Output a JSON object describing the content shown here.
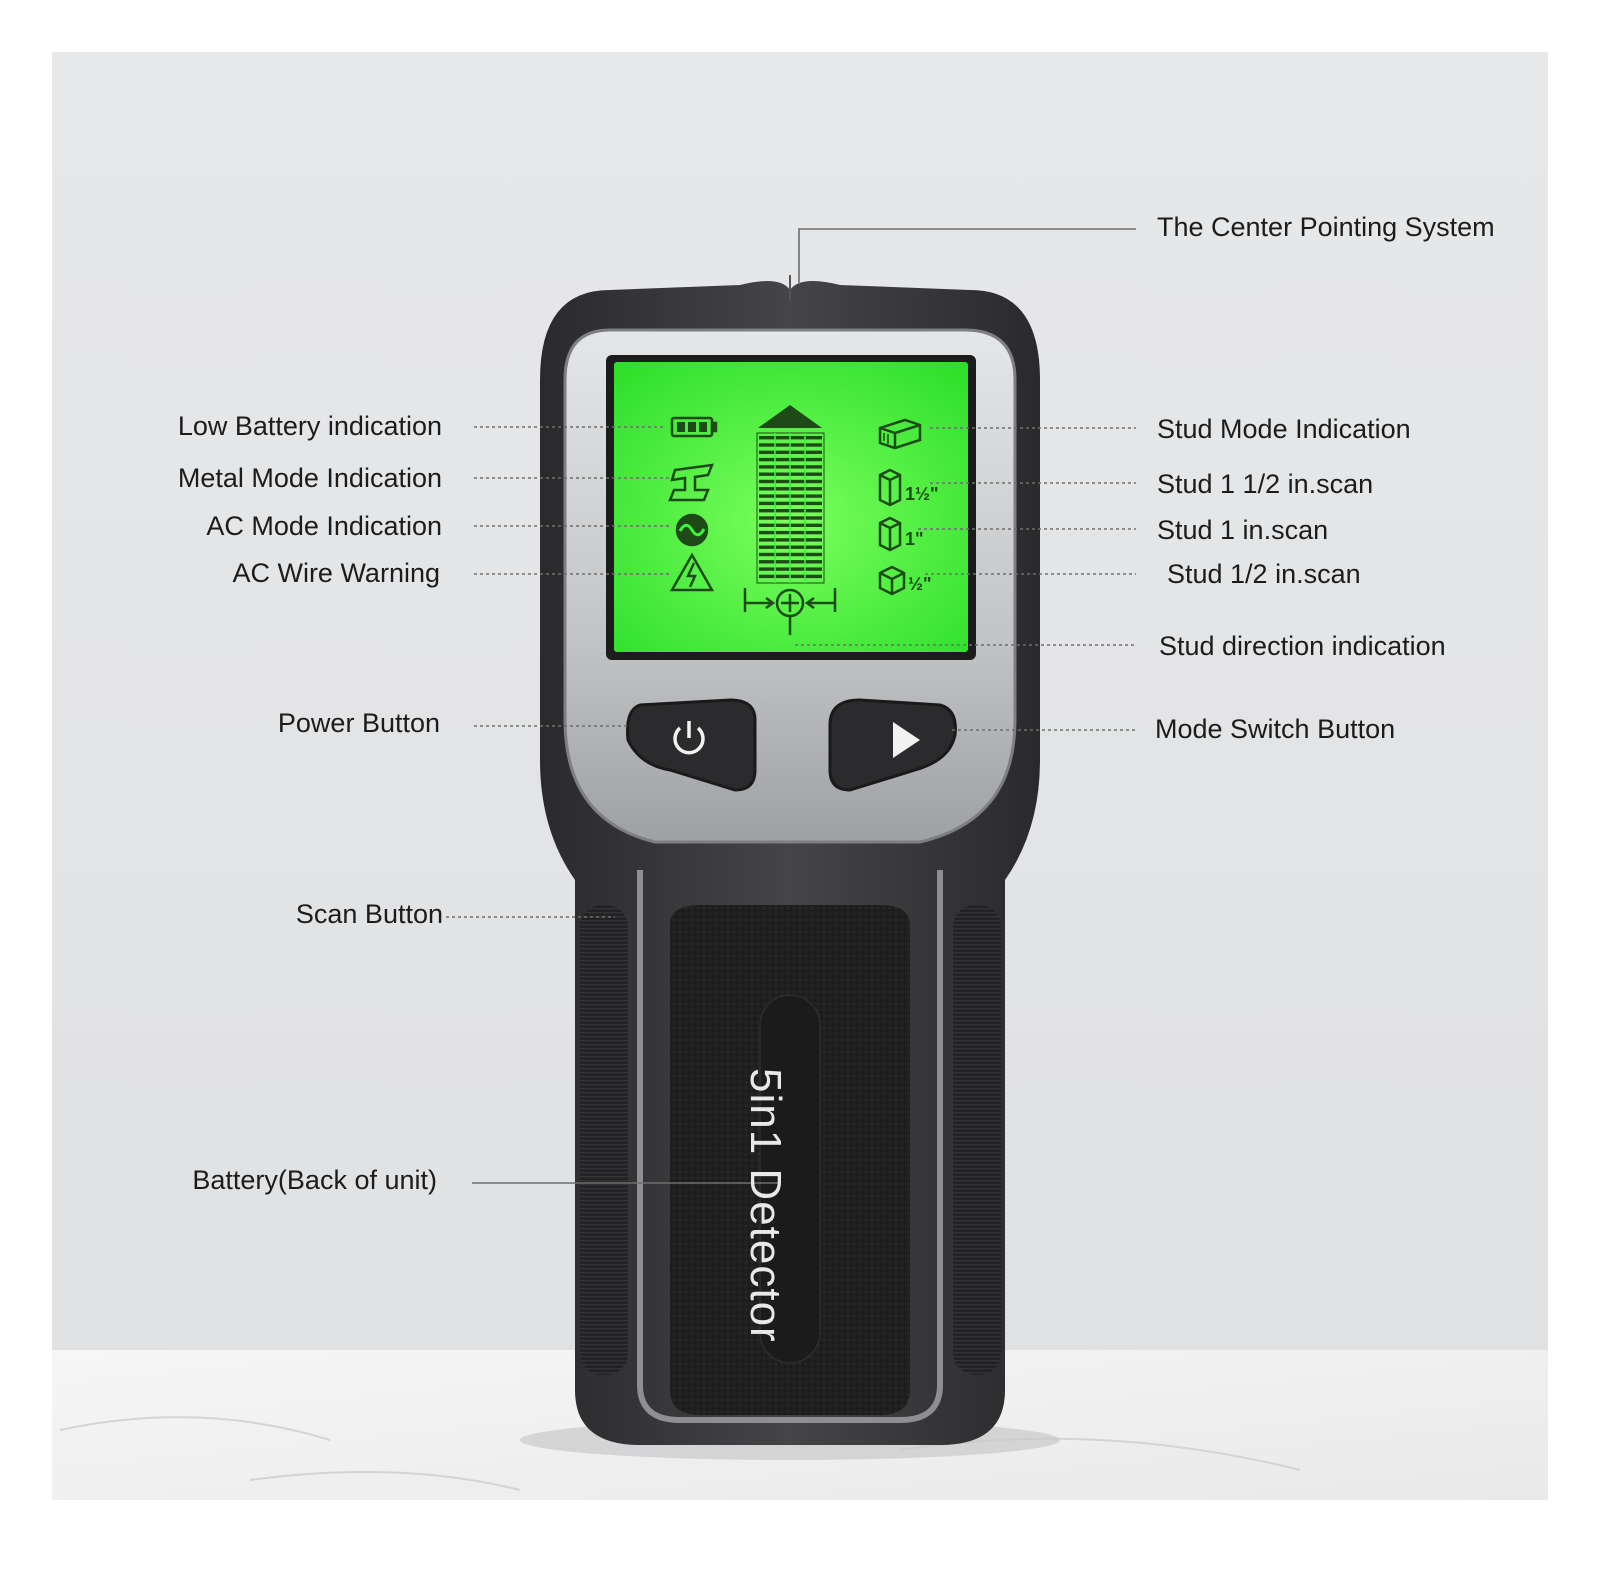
{
  "callouts": {
    "center_pointing": "The Center Pointing System",
    "low_battery": "Low Battery indication",
    "metal_mode": "Metal Mode Indication",
    "ac_mode": "AC Mode Indication",
    "ac_wire_warning": "AC Wire Warning",
    "stud_mode": "Stud Mode Indication",
    "stud_1_1_2": "Stud 1 1/2 in.scan",
    "stud_1": "Stud 1 in.scan",
    "stud_1_2": "Stud 1/2 in.scan",
    "stud_direction": "Stud direction indication",
    "power_button": "Power Button",
    "mode_switch_button": "Mode Switch Button",
    "scan_button": "Scan Button",
    "battery": "Battery(Back of unit)"
  },
  "device": {
    "label": "5in1 Detector"
  },
  "colors": {
    "lcd": "#3df23a",
    "body": "#3a3a3c",
    "bezel": "#c9cbcd",
    "label_text": "#1c1c1c"
  },
  "icons": [
    "battery-icon",
    "metal-beam-icon",
    "ac-wave-icon",
    "warning-bolt-icon",
    "wood-stud-icon",
    "center-target-icon",
    "power-icon",
    "play-icon"
  ]
}
